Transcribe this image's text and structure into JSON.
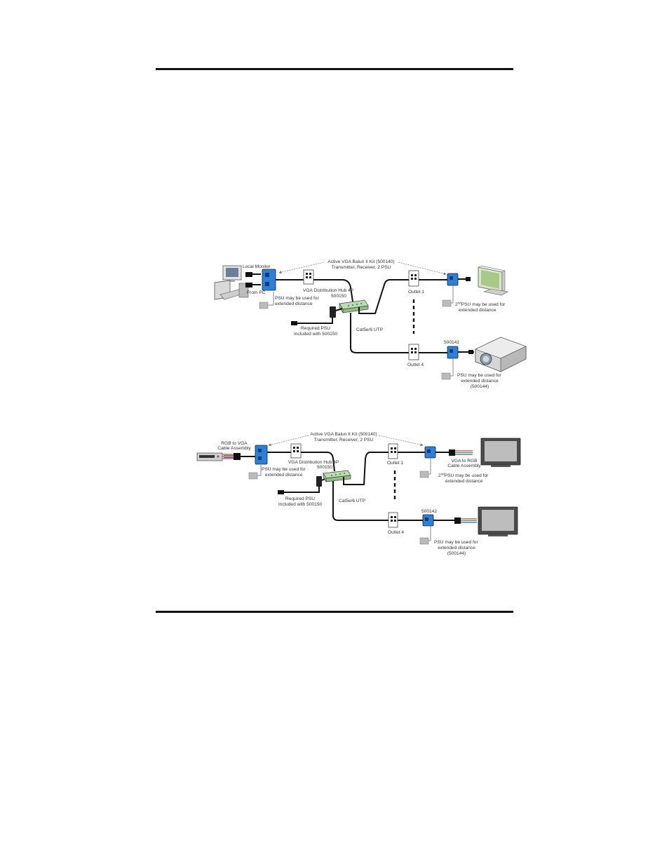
{
  "diagram1": {
    "kit_title": "Active VGA Balun II Kit (500140)",
    "kit_subtitle": "Transmitter, Receiver, 2 PSU",
    "local_monitor": "Local Monitor",
    "from_pc": "From PC",
    "hub_label": "VGA Distribution Hub 4P",
    "hub_part": "500150",
    "psu_tx_1": "PSU may be used for",
    "psu_tx_2": "extended distance",
    "req_psu_1": "Required PSU",
    "req_psu_2": "Included with 500150",
    "cable_label": "Cat5e/6 UTP",
    "outlet_1": "Outlet 1",
    "outlet_4": "Outlet 4",
    "second_psu_sup": "nd",
    "second_psu_1": "PSU may be used for",
    "second_psu_2": "extended distance",
    "rx_part": "500142",
    "psu_rx_1": "PSU may be used for",
    "psu_rx_2": "extended distance",
    "psu_rx_3": "(500144)"
  },
  "diagram2": {
    "kit_title": "Active VGA Balun II Kit (500140)",
    "kit_subtitle": "Transmitter, Receiver, 2 PSU",
    "rgb_to_vga_1": "RGB to VGA",
    "rgb_to_vga_2": "Cable Assembly",
    "hub_label": "VGA Distribution Hub 4P",
    "hub_part": "500150",
    "psu_tx_1": "PSU may be used for",
    "psu_tx_2": "extended distance",
    "req_psu_1": "Required PSU",
    "req_psu_2": "Included with 500150",
    "cable_label": "Cat5e/6 UTP",
    "outlet_1": "Outlet 1",
    "outlet_4": "Outlet 4",
    "vga_to_rgb_1": "VGA to RGB",
    "vga_to_rgb_2": "Cable Assembly",
    "second_psu_sup": "nd",
    "second_psu_1": "PSU may be used for",
    "second_psu_2": "extended distance",
    "rx_part": "500142",
    "psu_rx_1": "PSU may be used for",
    "psu_rx_2": "extended distance",
    "psu_rx_3": "(500144)"
  },
  "colors": {
    "balun_blue": "#2f7fd6",
    "hub_green": "#b9ddb0",
    "cable": "#111111"
  }
}
